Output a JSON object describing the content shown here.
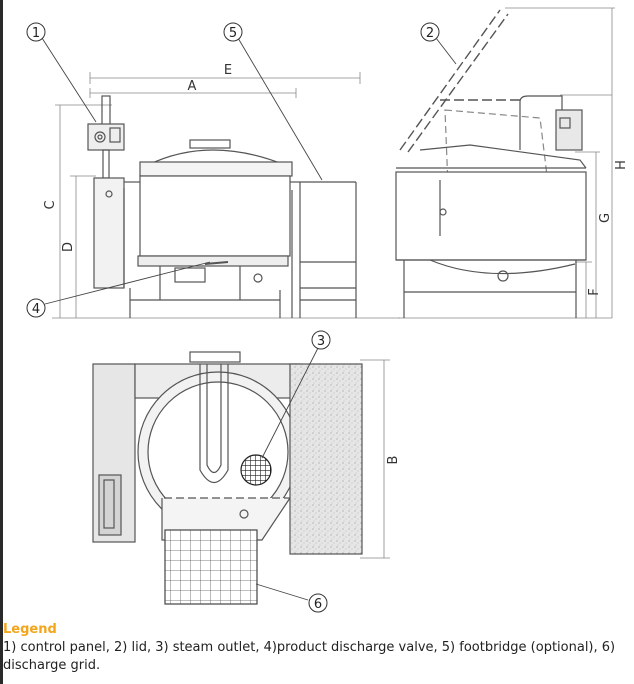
{
  "callouts": {
    "c1": "1",
    "c2": "2",
    "c3": "3",
    "c4": "4",
    "c5": "5",
    "c6": "6"
  },
  "dimensions": {
    "A": "A",
    "B": "B",
    "C": "C",
    "D": "D",
    "E": "E",
    "F": "F",
    "G": "G",
    "H": "H"
  },
  "legend": {
    "title": "Legend",
    "text": "1) control panel, 2) lid, 3) steam outlet, 4)product discharge valve, 5) footbridge (optional), 6) discharge grid."
  },
  "colors": {
    "legend_title": "#f3a51c",
    "line": "#555555",
    "panel_fill": "#e4e4e4",
    "texture_fill": "#dcdcdc"
  }
}
